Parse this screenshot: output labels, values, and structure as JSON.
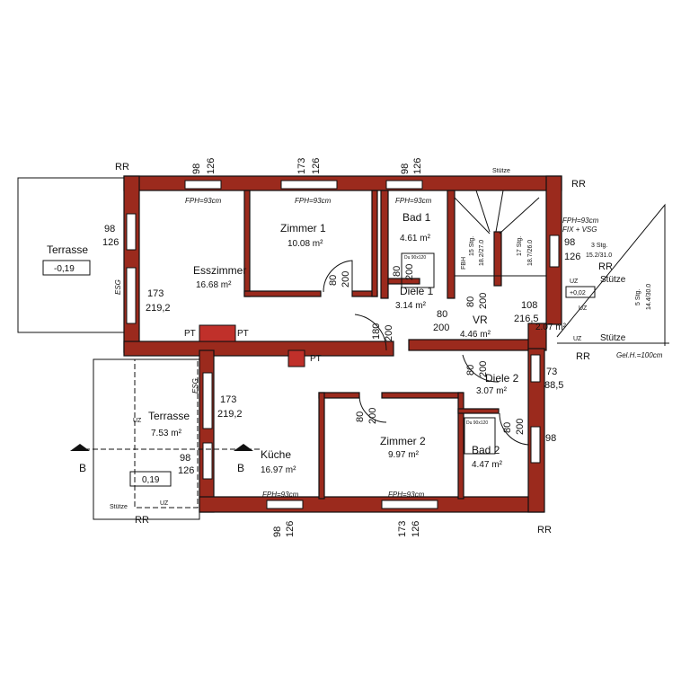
{
  "rooms": {
    "esszimmer": {
      "name": "Esszimmer",
      "area": "16.68 m²"
    },
    "zimmer1": {
      "name": "Zimmer 1",
      "area": "10.08 m²"
    },
    "bad1": {
      "name": "Bad 1",
      "area": "4.61 m²"
    },
    "diele1": {
      "name": "Diele 1",
      "area": "3.14 m²"
    },
    "vr": {
      "name": "VR",
      "area": "4.46 m²"
    },
    "diele2": {
      "name": "Diele 2",
      "area": "3.07 m²"
    },
    "zimmer2": {
      "name": "Zimmer 2",
      "area": "9.97 m²"
    },
    "bad2": {
      "name": "Bad 2",
      "area": "4.47 m²"
    },
    "kueche": {
      "name": "Küche",
      "area": "16.97 m²"
    },
    "terrasse_low": {
      "name": "Terrasse",
      "area": "7.53 m²"
    },
    "terrasse_top": {
      "name": "Terrasse",
      "level": "-0,19"
    },
    "landing": {
      "area": "2.07 m²"
    }
  },
  "labels": {
    "rr": "RR",
    "stuetze": "Stütze",
    "fph": "FPH=93cm",
    "fix_vsg": "FIX + VSG",
    "esg": "ESG",
    "pt": "PT",
    "uz": "UZ",
    "b": "B",
    "level_low": "0,19",
    "level_landing": "+0,02",
    "gel_h": "Gel.H.=100cm",
    "stairs_3": "3 Stg.",
    "stairs_3_dim": "15.2/31.0",
    "stairs_5": "5 Stg.",
    "stairs_5_dim": "14.4/30.0",
    "stairs_15": "15 Stg.",
    "stairs_15_dim": "18.2/27.0",
    "stairs_17": "17 Stg.",
    "stairs_17_dim": "18.7/26.0",
    "fbh": "FBH",
    "shower": "Du 90x120"
  },
  "dims": {
    "d98": "98",
    "d126": "126",
    "d173": "173",
    "d2192": "219,2",
    "d80": "80",
    "d200": "200",
    "d180": "180",
    "d108": "108",
    "d2165": "216,5",
    "d73": "73",
    "d885": "88,5"
  }
}
